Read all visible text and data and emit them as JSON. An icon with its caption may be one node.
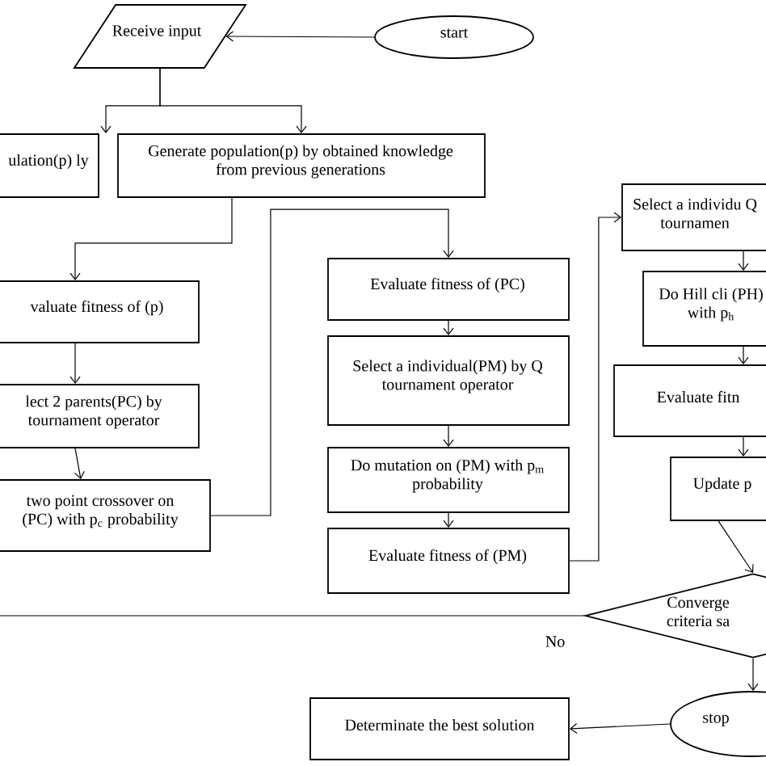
{
  "diagram": {
    "nodes": [
      {
        "text": [
          "Receive input"
        ]
      },
      {
        "text": [
          "start"
        ]
      },
      {
        "text": [
          "ulation(p) ly"
        ]
      },
      {
        "text": [
          "Generate population(p) by obtained knowledge from previous generations"
        ]
      },
      {
        "text": [
          "valuate fitness of (p)"
        ]
      },
      {
        "text": [
          "lect 2 parents(PC) by tournament operator"
        ]
      },
      {
        "text": [
          "two point crossover on (PC) with p$_{c}$ probability"
        ]
      },
      {
        "text": [
          "Evaluate fitness of (PC)"
        ]
      },
      {
        "text": [
          "Select a individual(PM) by Q tournament operator"
        ]
      },
      {
        "text": [
          "Do mutation on (PM) with p$_{m}$ probability"
        ]
      },
      {
        "text": [
          "Evaluate fitness of (PM)"
        ]
      },
      {
        "text": [
          "Select a individu Q tournamen"
        ]
      },
      {
        "text": [
          "Do Hill cli (PH) with p$_{h}$"
        ]
      },
      {
        "text": [
          "Evaluate fitn"
        ]
      },
      {
        "text": [
          "Update p"
        ]
      },
      {
        "text": [
          "Converge criteria sa"
        ]
      },
      {
        "text": [
          "stop"
        ]
      },
      {
        "text": [
          "Determinate the best solution"
        ]
      }
    ],
    "edges": [
      {
        "from": 1,
        "to": 0,
        "arrow": "to"
      },
      {
        "from": 0,
        "to": 2,
        "arrow": "to"
      },
      {
        "from": 0,
        "to": 3,
        "arrow": "to"
      },
      {
        "from": 3,
        "to": 4,
        "arrow": "to"
      },
      {
        "from": 4,
        "to": 5,
        "arrow": "to"
      },
      {
        "from": 5,
        "to": 6,
        "arrow": "to"
      },
      {
        "from": 6,
        "to": 7,
        "arrow": "to"
      },
      {
        "from": 7,
        "to": 8,
        "arrow": "to"
      },
      {
        "from": 8,
        "to": 9,
        "arrow": "to"
      },
      {
        "from": 9,
        "to": 10,
        "arrow": "to"
      },
      {
        "from": 10,
        "to": 11,
        "arrow": "to"
      },
      {
        "from": 11,
        "to": 12,
        "arrow": "to"
      },
      {
        "from": 12,
        "to": 13,
        "arrow": "to"
      },
      {
        "from": 13,
        "to": 14,
        "arrow": "to"
      },
      {
        "from": 14,
        "to": 15,
        "arrow": "to"
      },
      {
        "from": 15,
        "to": 16,
        "arrow": "to"
      },
      {
        "from": 16,
        "to": 17,
        "arrow": "to"
      },
      {
        "from": 15,
        "to": null,
        "arrow": "none",
        "label": "No"
      }
    ]
  }
}
